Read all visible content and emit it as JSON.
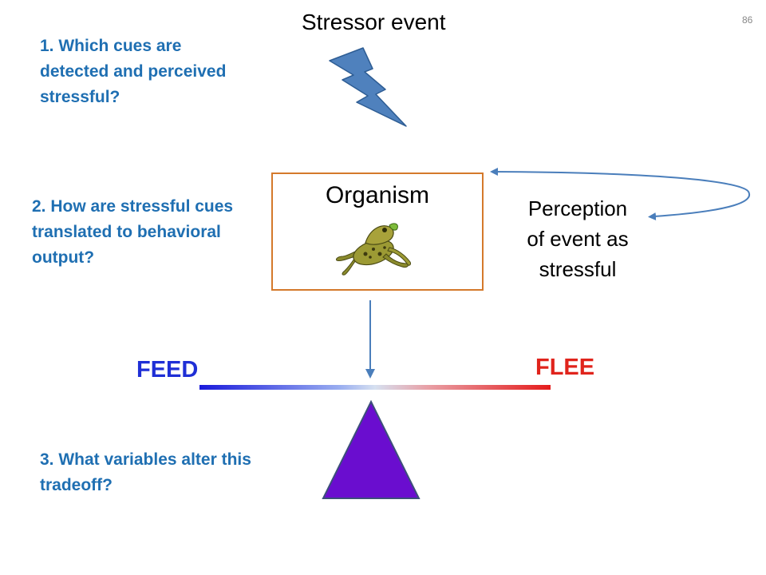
{
  "slide": {
    "number": "86"
  },
  "stressor": {
    "title": "Stressor event"
  },
  "questions": {
    "q1": [
      "1. Which cues are",
      "detected and perceived",
      "stressful?"
    ],
    "q2": [
      "2. How are stressful cues",
      "translated to behavioral",
      "output?"
    ],
    "q3": [
      "3. What variables alter this",
      "tradeoff?"
    ]
  },
  "organism": {
    "label": "Organism",
    "image_icon": "frog-icon"
  },
  "perception": {
    "lines": [
      "Perception",
      "of event as",
      "stressful"
    ]
  },
  "tradeoff": {
    "left_label": "FEED",
    "right_label": "FLEE"
  },
  "colors": {
    "question_text": "#1f6fb2",
    "box_border": "#d4792b",
    "lightning": "#4f81bd",
    "feed": "#1f2fd6",
    "flee": "#e0241c",
    "fulcrum": "#6a0dcf",
    "arrow": "#4a7ebb"
  }
}
